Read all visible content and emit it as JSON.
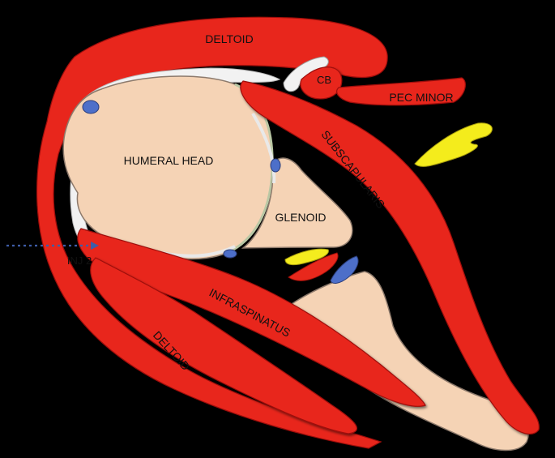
{
  "labels": {
    "deltoid_top": "DELTOID",
    "cb": "CB",
    "pec_minor": "PEC MINOR",
    "subscapularis": "SUBSCAPULARIS",
    "humeral_head": "HUMERAL HEAD",
    "glenoid": "GLENOID",
    "inj2": "INJ 2",
    "infraspinatus": "INFRASPINATUS",
    "deltoid_bottom": "DELTOID"
  },
  "colors": {
    "muscle": "#e8281c",
    "muscle_dark": "#b5120c",
    "bone": "#f5d3b5",
    "capsule": "#f2f2f2",
    "cartilage": "#b9c7a4",
    "vessel_blue": "#4d6fc9",
    "nerve_yellow": "#f4ec1e",
    "needle_path": "#3e5da8",
    "background": "#000000"
  }
}
